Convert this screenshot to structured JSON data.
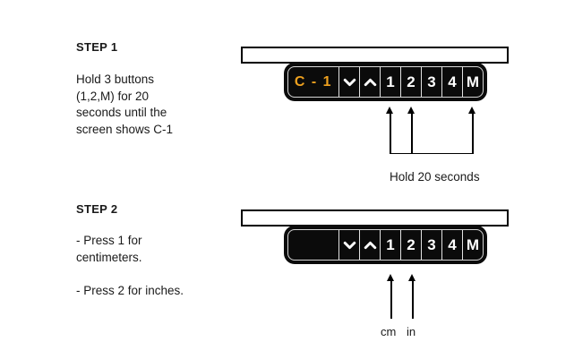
{
  "step1": {
    "title": "STEP 1",
    "description": "Hold 3 buttons\n(1,2,M) for 20\nseconds until the\nscreen shows C-1",
    "annotation": "Hold 20 seconds",
    "panel": {
      "display": "C - 1",
      "buttons": [
        "1",
        "2",
        "3",
        "4",
        "M"
      ]
    }
  },
  "step2": {
    "title": "STEP 2",
    "description": "- Press 1 for\ncentimeters.\n\n- Press 2 for inches.",
    "labels": {
      "cm": "cm",
      "in": "in"
    },
    "panel": {
      "display": "",
      "buttons": [
        "1",
        "2",
        "3",
        "4",
        "M"
      ]
    }
  },
  "colors": {
    "display_text": "#EEA11F",
    "panel_background": "#0b0b0b",
    "button_text": "#ffffff",
    "desk_fill": "#ffffff",
    "line_color": "#000000"
  }
}
